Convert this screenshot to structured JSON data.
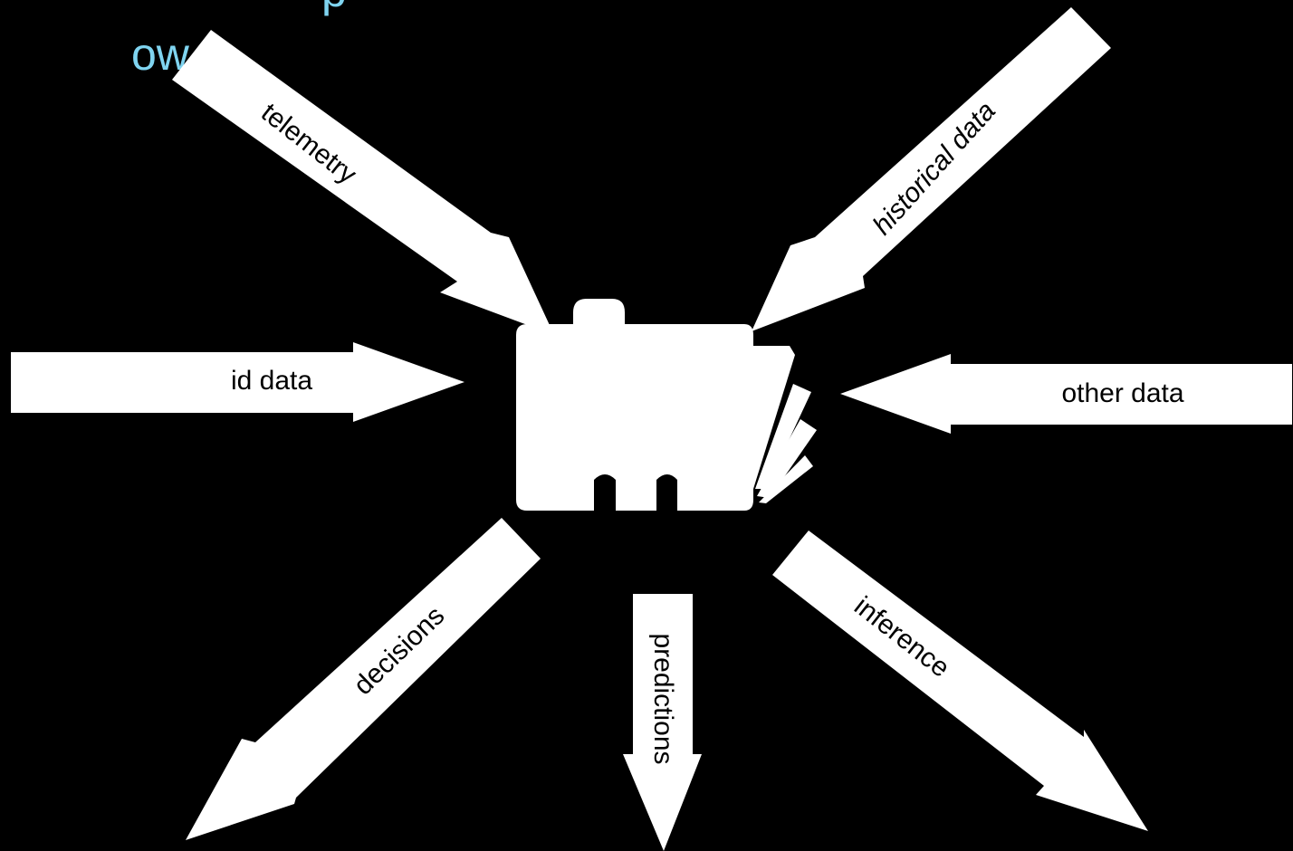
{
  "title_fragment": "ow",
  "title_fragment_top": "p",
  "colors": {
    "background": "#000000",
    "arrow_fill": "#ffffff",
    "label_text": "#000000",
    "title_text": "#7fd4f0"
  },
  "icons": {
    "center": "folder-with-documents-icon"
  },
  "arrows": {
    "telemetry": "telemetry",
    "historical": "historical data",
    "id_data": "id data",
    "other_data": "other data",
    "decisions": "decisions",
    "predictions": "predictions",
    "inference": "inference"
  }
}
